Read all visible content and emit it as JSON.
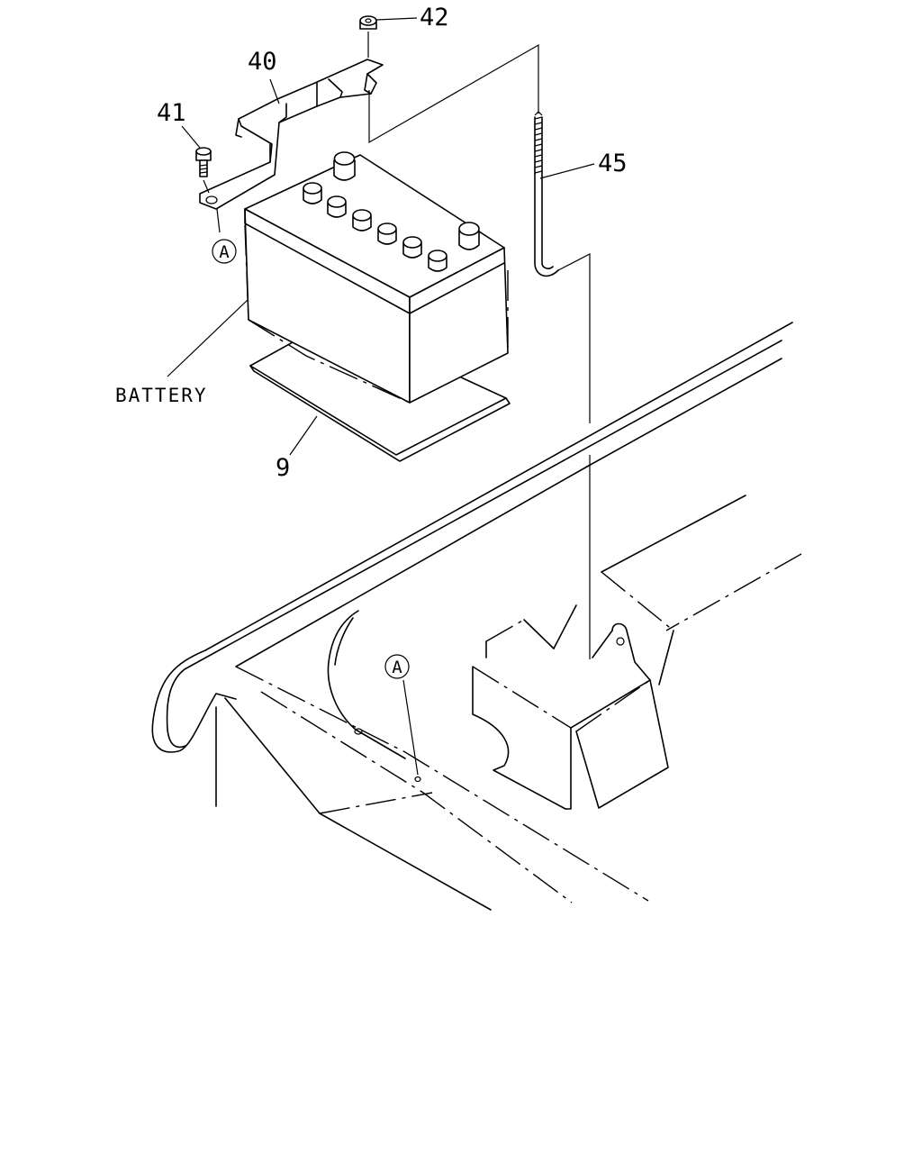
{
  "labels": {
    "p42": "42",
    "p40": "40",
    "p41": "41",
    "p45": "45",
    "p9": "9",
    "battery": "BATTERY",
    "refA_top": "A",
    "refA_bottom": "A"
  }
}
